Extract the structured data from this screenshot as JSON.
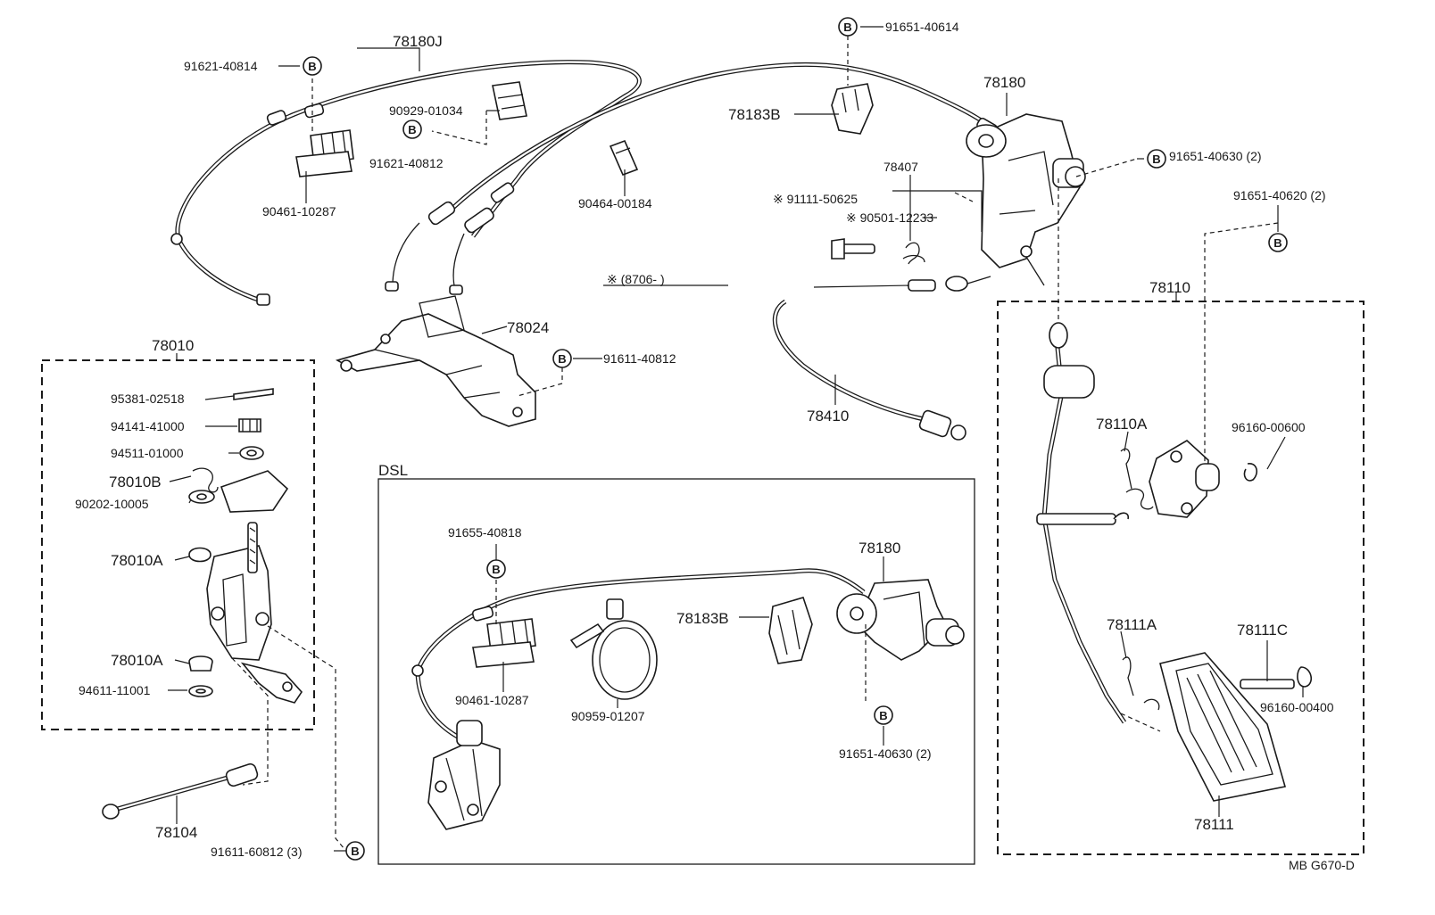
{
  "diagram": {
    "sheet_code": "MB G670-D",
    "bolt_symbol": "B",
    "callouts": {
      "c78180J": "78180J",
      "c91621_40814": "91621-40814",
      "c90929_01034": "90929-01034",
      "c91621_40812": "91621-40812",
      "c90461_10287_top": "90461-10287",
      "c90464_00184": "90464-00184",
      "c91651_40614": "91651-40614",
      "c78183B_top": "78183B",
      "c78180_top": "78180",
      "c91651_40630_top": "91651-40630 (2)",
      "c78407": "78407",
      "c91111_50625": "※ 91111-50625",
      "c90501_12233": "※ 90501-12233",
      "c91651_40620": "91651-40620 (2)",
      "c8706": "※ (8706-        )",
      "c78024": "78024",
      "c91611_40812": "91611-40812",
      "c78410": "78410",
      "c78110": "78110",
      "c78010": "78010",
      "c95381_02518": "95381-02518",
      "c94141_41000": "94141-41000",
      "c94511_01000": "94511-01000",
      "c78010B": "78010B",
      "c90202_10005": "90202-10005",
      "c78010A_1": "78010A",
      "c78010A_2": "78010A",
      "c94611_11001": "94611-11001",
      "c78104": "78104",
      "c91611_60812": "91611-60812 (3)",
      "dsl": "DSL",
      "c91655_40818": "91655-40818",
      "c90461_10287_dsl": "90461-10287",
      "c90959_01207": "90959-01207",
      "c78183B_dsl": "78183B",
      "c78180_dsl": "78180",
      "c91651_40630_dsl": "91651-40630 (2)",
      "c78110A": "78110A",
      "c96160_00600": "96160-00600",
      "c78111A": "78111A",
      "c78111C": "78111C",
      "c96160_00400": "96160-00400",
      "c78111": "78111"
    }
  }
}
